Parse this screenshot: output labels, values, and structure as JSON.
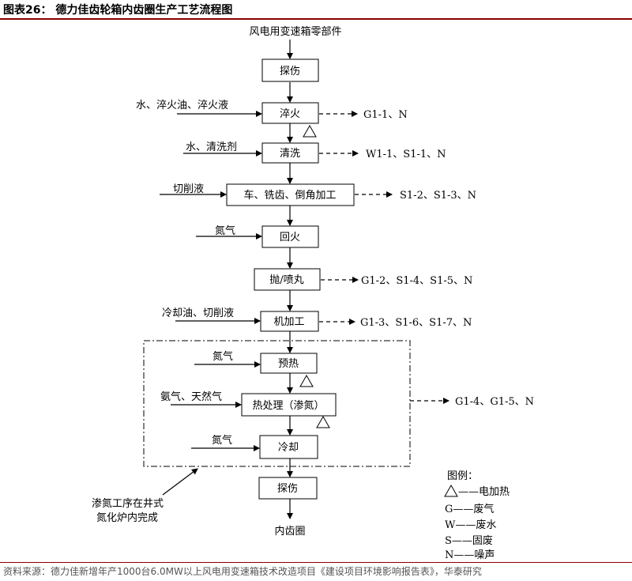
{
  "figure": {
    "title": "图表26： 德力佳齿轮箱内齿圈生产工艺流程图",
    "source": "资料来源：德力佳新增年产1000台6.0MW以上风电用变速箱技术改造项目《建设项目环境影响报告表》，华泰研究"
  },
  "flow": {
    "top_input": "风电用变速箱零部件",
    "output": "内齿圈",
    "steps": [
      {
        "key": "flaw1",
        "label": "探伤"
      },
      {
        "key": "quench",
        "label": "淬火"
      },
      {
        "key": "clean",
        "label": "清洗"
      },
      {
        "key": "machine1",
        "label": "车、铣齿、倒角加工"
      },
      {
        "key": "temper",
        "label": "回火"
      },
      {
        "key": "blast",
        "label": "抛/喷丸"
      },
      {
        "key": "machine2",
        "label": "机加工"
      },
      {
        "key": "preheat",
        "label": "预热"
      },
      {
        "key": "nitride",
        "label": "热处理（渗氮）"
      },
      {
        "key": "cool",
        "label": "冷却"
      },
      {
        "key": "flaw2",
        "label": "探伤"
      }
    ],
    "inputs": {
      "quench": "水、淬火油、淬火液",
      "clean": "水、清洗剂",
      "machine1": "切削液",
      "temper": "氮气",
      "machine2": "冷却油、切削液",
      "preheat": "氮气",
      "nitride": "氨气、天然气",
      "cool": "氮气"
    },
    "emissions": {
      "quench": "G1-1、N",
      "clean": "W1-1、S1-1、N",
      "machine1": "S1-2、S1-3、N",
      "blast": "G1-2、S1-4、S1-5、N",
      "machine2": "G1-3、S1-6、S1-7、N",
      "nitriding_group": "G1-4、G1-5、N"
    },
    "annotation": {
      "line1": "渗氮工序在井式",
      "line2": "氮化炉内完成"
    }
  },
  "legend": {
    "title": "图例：",
    "items": [
      {
        "symbol": "triangle-icon",
        "text": "——电加热"
      },
      {
        "symbol": "G",
        "text": "——废气"
      },
      {
        "symbol": "W",
        "text": "——废水"
      },
      {
        "symbol": "S",
        "text": "——固废"
      },
      {
        "symbol": "N",
        "text": "——噪声"
      }
    ]
  }
}
